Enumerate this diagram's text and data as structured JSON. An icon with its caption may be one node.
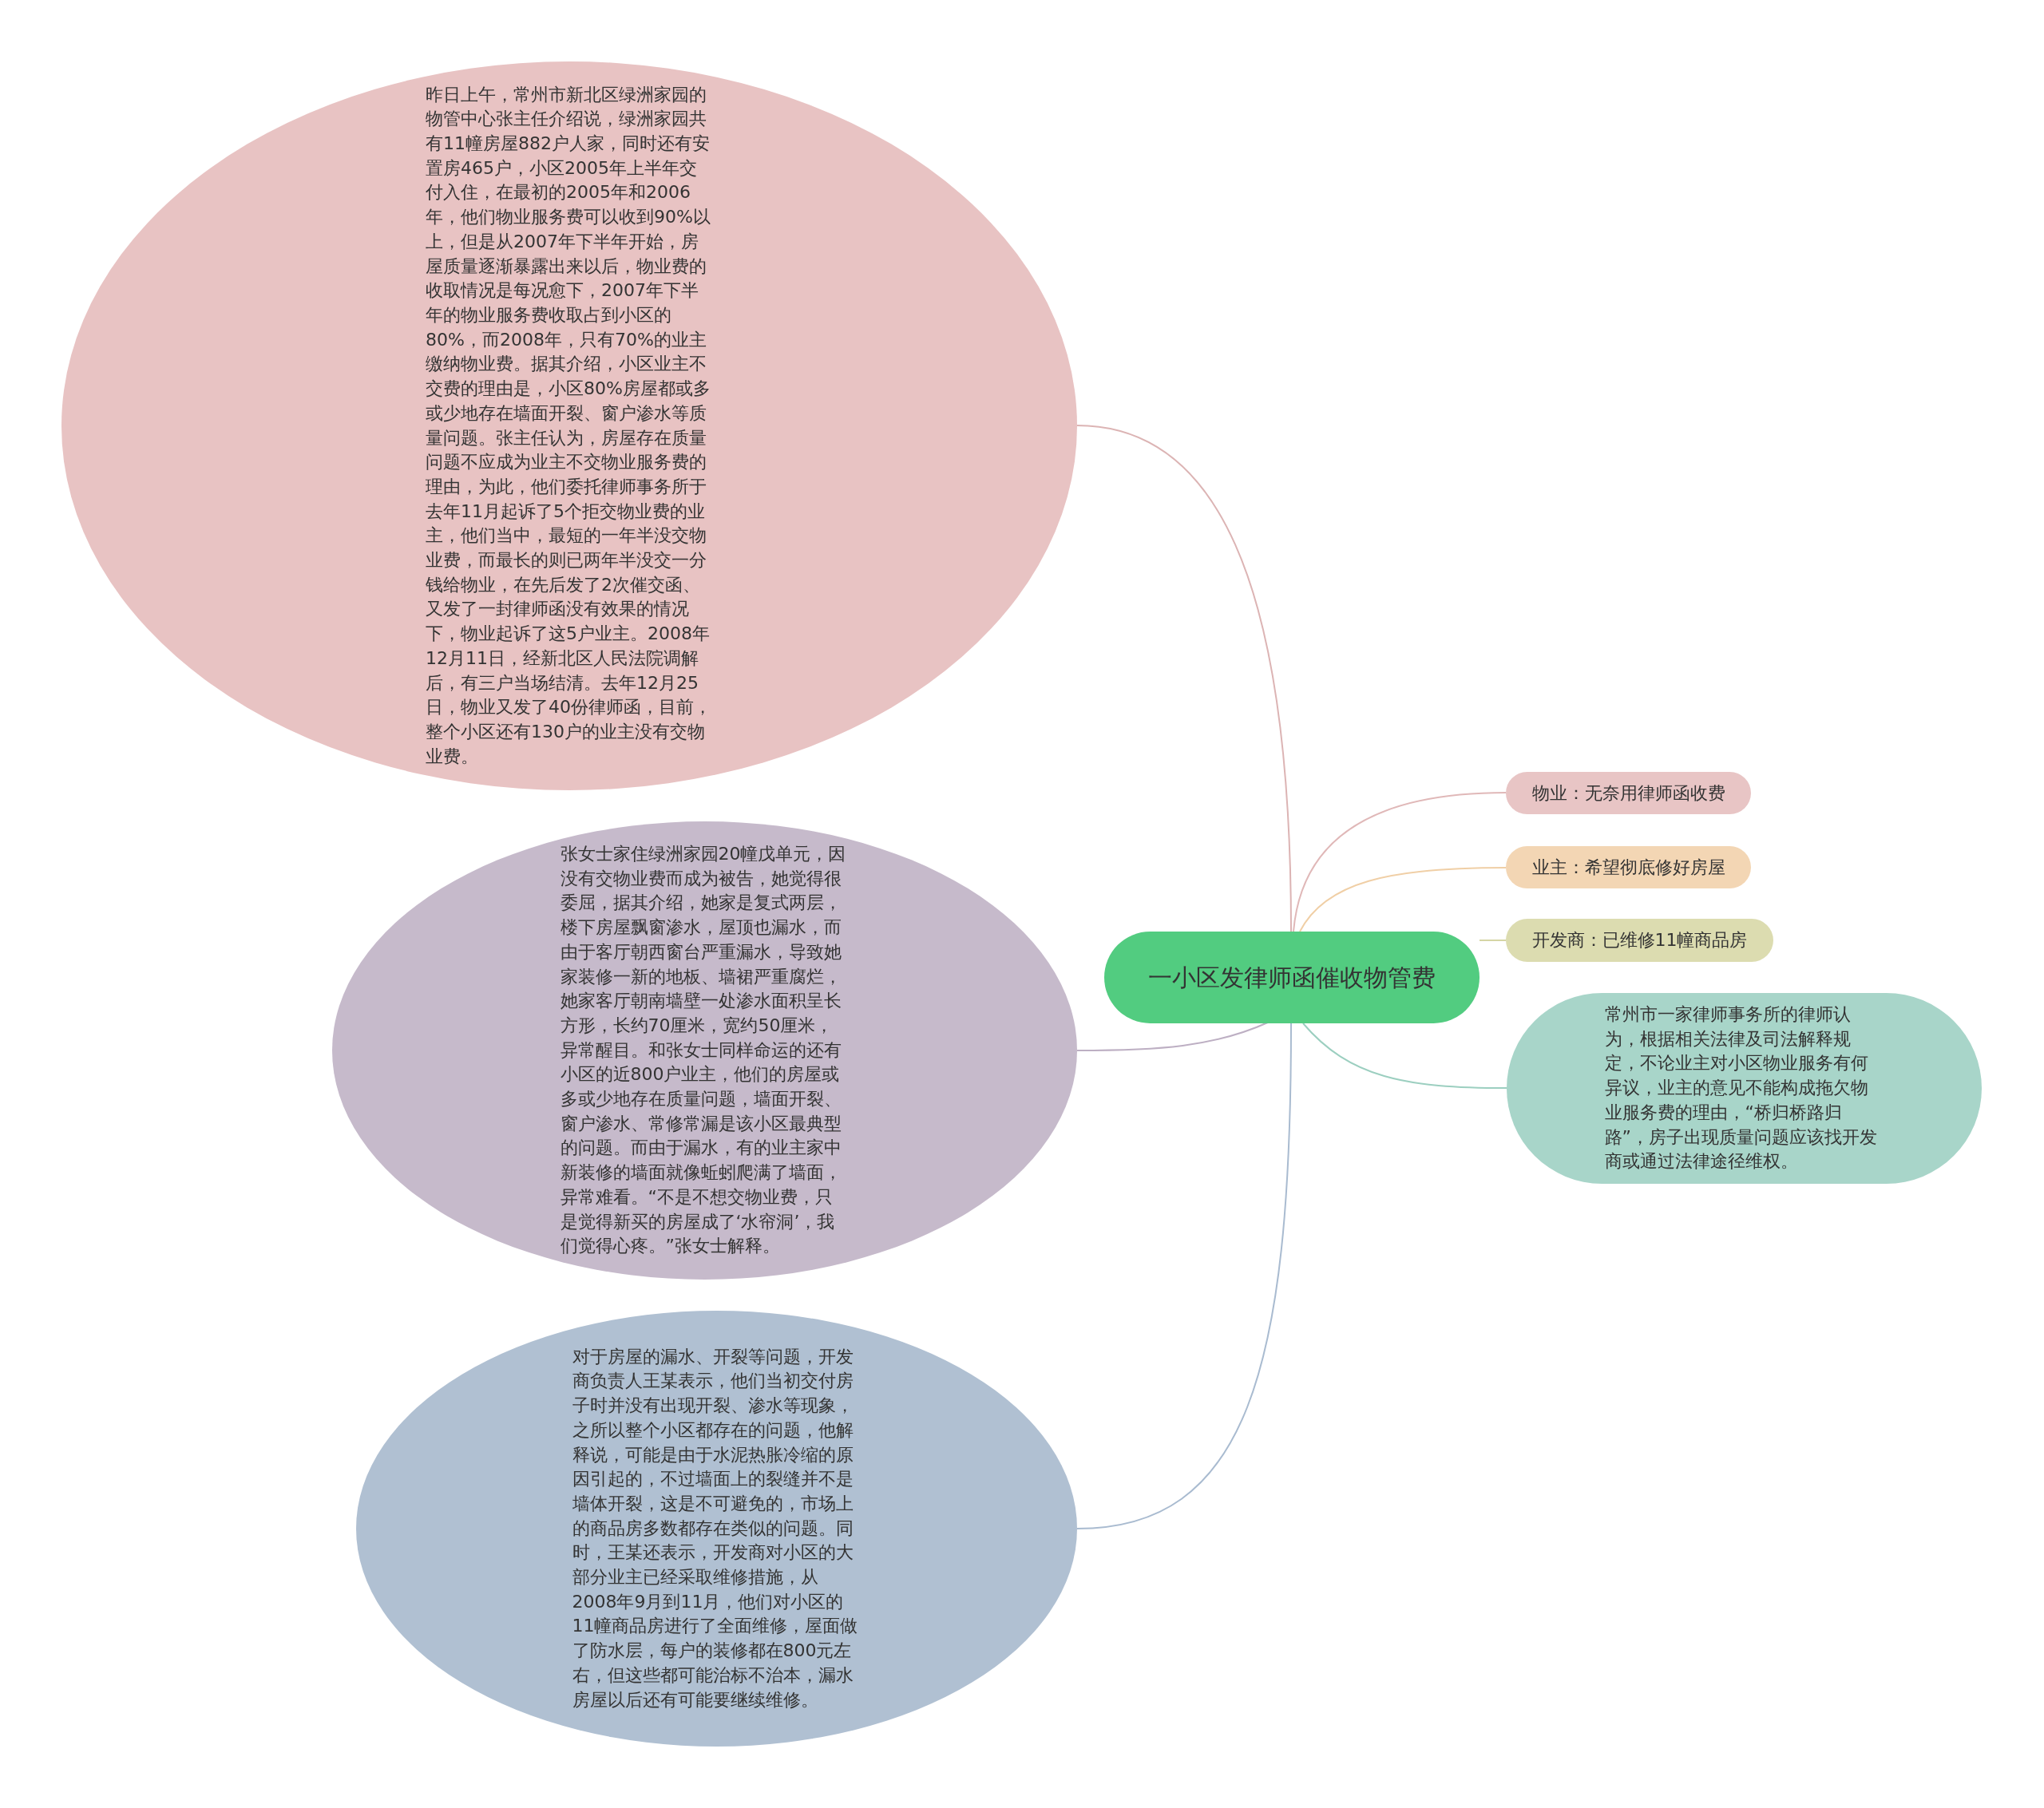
{
  "diagram": {
    "nodes": [
      {
        "text": [
          "一小区发律师函催收物管费"
        ]
      },
      {
        "text": [
          "昨日上午，常州市新北区绿洲家园的物管中心张主任介绍说，绿洲家园共有11幢房屋882户人家，同时还有安置房465户，小区2005年上半年交付入住，在最初的2005年和2006年，他们物业服务费可以收到90%以上，但是从2007年下半年开始，房屋质量逐渐暴露出来以后，物业费的收取情况是每况愈下，2007年下半年的物业服务费收取占到小区的80%，而2008年，只有70%的业主缴纳物业费。据其介绍，小区业主不交费的理由是，小区80%房屋都或多或少地存在墙面开裂、窗户渗水等质量问题。张主任认为，房屋存在质量问题不应成为业主不交物业服务费的理由，为此，他们委托律师事务所于去年11月起诉了5个拒交物业费的业主，他们当中，最短的一年半没交物业费，而最长的则已两年半没交一分钱给物业，在先后发了2次催交函、又发了一封律师函没有效果的情况下，物业起诉了这5户业主。2008年12月11日，经新北区人民法院调解后，有三户当场结清。去年12月25日，物业又发了40份律师函，目前，整个小区还有130户的业主没有交物业费。"
        ]
      },
      {
        "text": [
          "张女士家住绿洲家园20幢戊单元，因没有交物业费而成为被告，她觉得很委屈，据其介绍，她家是复式两层，楼下房屋飘窗渗水，屋顶也漏水，而由于客厅朝西窗台严重漏水，导致她家装修一新的地板、墙裙严重腐烂，她家客厅朝南墙壁一处渗水面积呈长方形，长约70厘米，宽约50厘米，异常醒目。和张女士同样命运的还有小区的近800户业主，他们的房屋或多或少地存在质量问题，墙面开裂、窗户渗水、常修常漏是该小区最典型的问题。而由于漏水，有的业主家中新装修的墙面就像蚯蚓爬满了墙面，异常难看。“不是不想交物业费，只是觉得新买的房屋成了‘水帘洞’，我们觉得心疼。”张女士解释。"
        ]
      },
      {
        "text": [
          "对于房屋的漏水、开裂等问题，开发商负责人王某表示，他们当初交付房子时并没有出现开裂、渗水等现象，之所以整个小区都存在的问题，他解释说，可能是由于水泥热胀冷缩的原因引起的，不过墙面上的裂缝并不是墙体开裂，这是不可避免的，市场上的商品房多数都存在类似的问题。同时，王某还表示，开发商对小区的大部分业主已经采取维修措施，从2008年9月到11月，他们对小区的11幢商品房进行了全面维修，屋面做了防水层，每户的装修都在800元左右，但这些都可能治标不治本，漏水房屋以后还有可能要继续维修。"
        ]
      },
      {
        "text": [
          "物业：无奈用律师函收费"
        ]
      },
      {
        "text": [
          "业主：希望彻底修好房屋"
        ]
      },
      {
        "text": [
          "开发商：已维修11幢商品房"
        ]
      },
      {
        "text": [
          "常州市一家律师事务所的律师认为，根据相关法律及司法解释规定，不论业主对小区物业服务有何异议，业主的意见不能构成拖欠物业服务费的理由，“桥归桥路归路”，房子出现质量问题应该找开发商或通过法律途径维权。"
        ]
      }
    ],
    "edges": [
      {
        "from": 0,
        "to": 1,
        "arrow": "none",
        "color": "#dcb4b4"
      },
      {
        "from": 0,
        "to": 2,
        "arrow": "none",
        "color": "#bdafc3"
      },
      {
        "from": 0,
        "to": 3,
        "arrow": "none",
        "color": "#a9bbd0"
      },
      {
        "from": 0,
        "to": 4,
        "arrow": "none",
        "color": "#e0b8b8"
      },
      {
        "from": 0,
        "to": 5,
        "arrow": "none",
        "color": "#f0cfa6"
      },
      {
        "from": 0,
        "to": 6,
        "arrow": "none",
        "color": "#d5d5a5"
      },
      {
        "from": 0,
        "to": 7,
        "arrow": "none",
        "color": "#9ccfc0"
      }
    ]
  }
}
